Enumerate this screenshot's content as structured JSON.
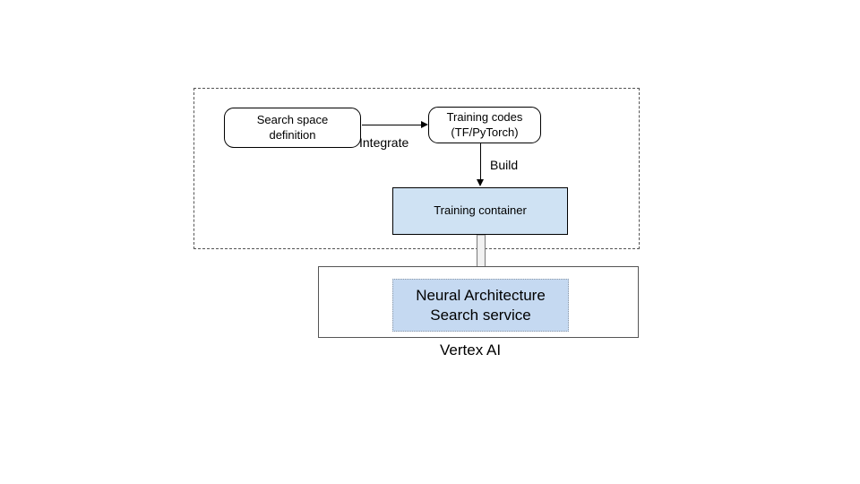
{
  "diagram": {
    "title_label": "Vertex AI",
    "group_frame": {
      "name": "user-side-dashed-group",
      "style": "dashed"
    },
    "nodes": [
      {
        "id": "search-space",
        "label": "Search space\ndefinition",
        "shape": "rounded-rectangle",
        "fill": "#ffffff",
        "stroke": "#000000"
      },
      {
        "id": "training-codes",
        "label": "Training codes\n(TF/PyTorch)",
        "shape": "rounded-rectangle",
        "fill": "#ffffff",
        "stroke": "#000000"
      },
      {
        "id": "training-container",
        "label": "Training container",
        "shape": "rectangle",
        "fill": "#cfe2f3",
        "stroke": "#000000"
      },
      {
        "id": "nas-service",
        "label": "Neural Architecture\nSearch service",
        "shape": "dotted-rectangle",
        "fill": "#c5d9f1",
        "stroke": "#8f9aa8"
      },
      {
        "id": "vertex-ai-container",
        "label": "",
        "shape": "rectangle",
        "fill": "#ffffff",
        "stroke": "#555555"
      }
    ],
    "edges": [
      {
        "id": "integrate",
        "label": "Integrate",
        "from": "search-space",
        "to": "training-codes",
        "style": "thin-arrow",
        "direction": "right"
      },
      {
        "id": "build",
        "label": "Build",
        "from": "training-codes",
        "to": "training-container",
        "style": "thin-arrow",
        "direction": "down"
      },
      {
        "id": "deploy",
        "label": "",
        "from": "training-container",
        "to": "nas-service",
        "style": "hollow-block-arrow",
        "direction": "down"
      }
    ],
    "colors": {
      "blue_fill_container": "#cfe2f3",
      "blue_fill_service": "#c5d9f1",
      "frame_gray": "#555555",
      "service_border_gray": "#8f9aa8",
      "text": "#000000",
      "background": "#ffffff"
    }
  }
}
